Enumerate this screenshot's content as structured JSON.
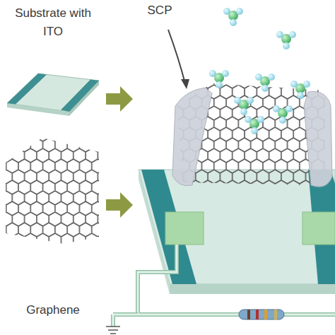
{
  "diagram": {
    "labels": [
      "Substrate with ITO",
      "Graphene",
      "SCP"
    ]
  }
}
